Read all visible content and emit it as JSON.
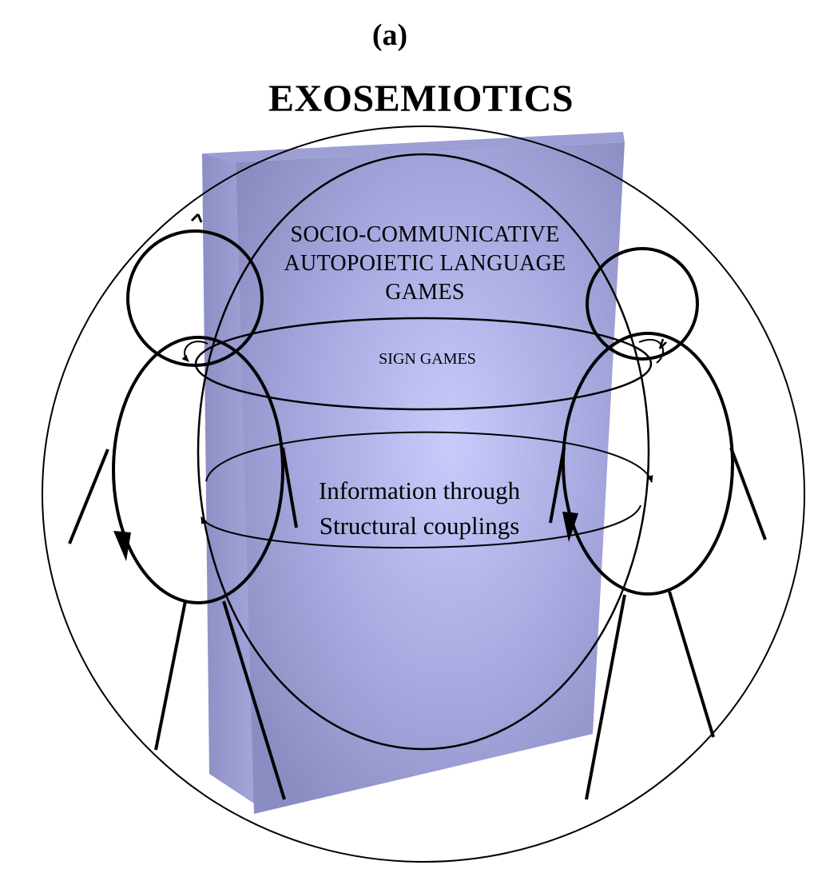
{
  "figure": {
    "panel_label": "(a)",
    "title": "EXOSEMIOTICS",
    "center_text": {
      "line1": "SOCIO-COMMUNICATIVE",
      "line2": "AUTOPOIETIC LANGUAGE",
      "line3": "GAMES"
    },
    "inner_ring_text": "SIGN GAMES",
    "coupling_text": {
      "line1": "Information through",
      "line2": "Structural couplings"
    }
  },
  "colors": {
    "prism_front": "#a9abe0",
    "prism_side": "#8e90c4",
    "prism_top": "#9fa1d6",
    "outline": "#000000",
    "background": "#ffffff"
  }
}
